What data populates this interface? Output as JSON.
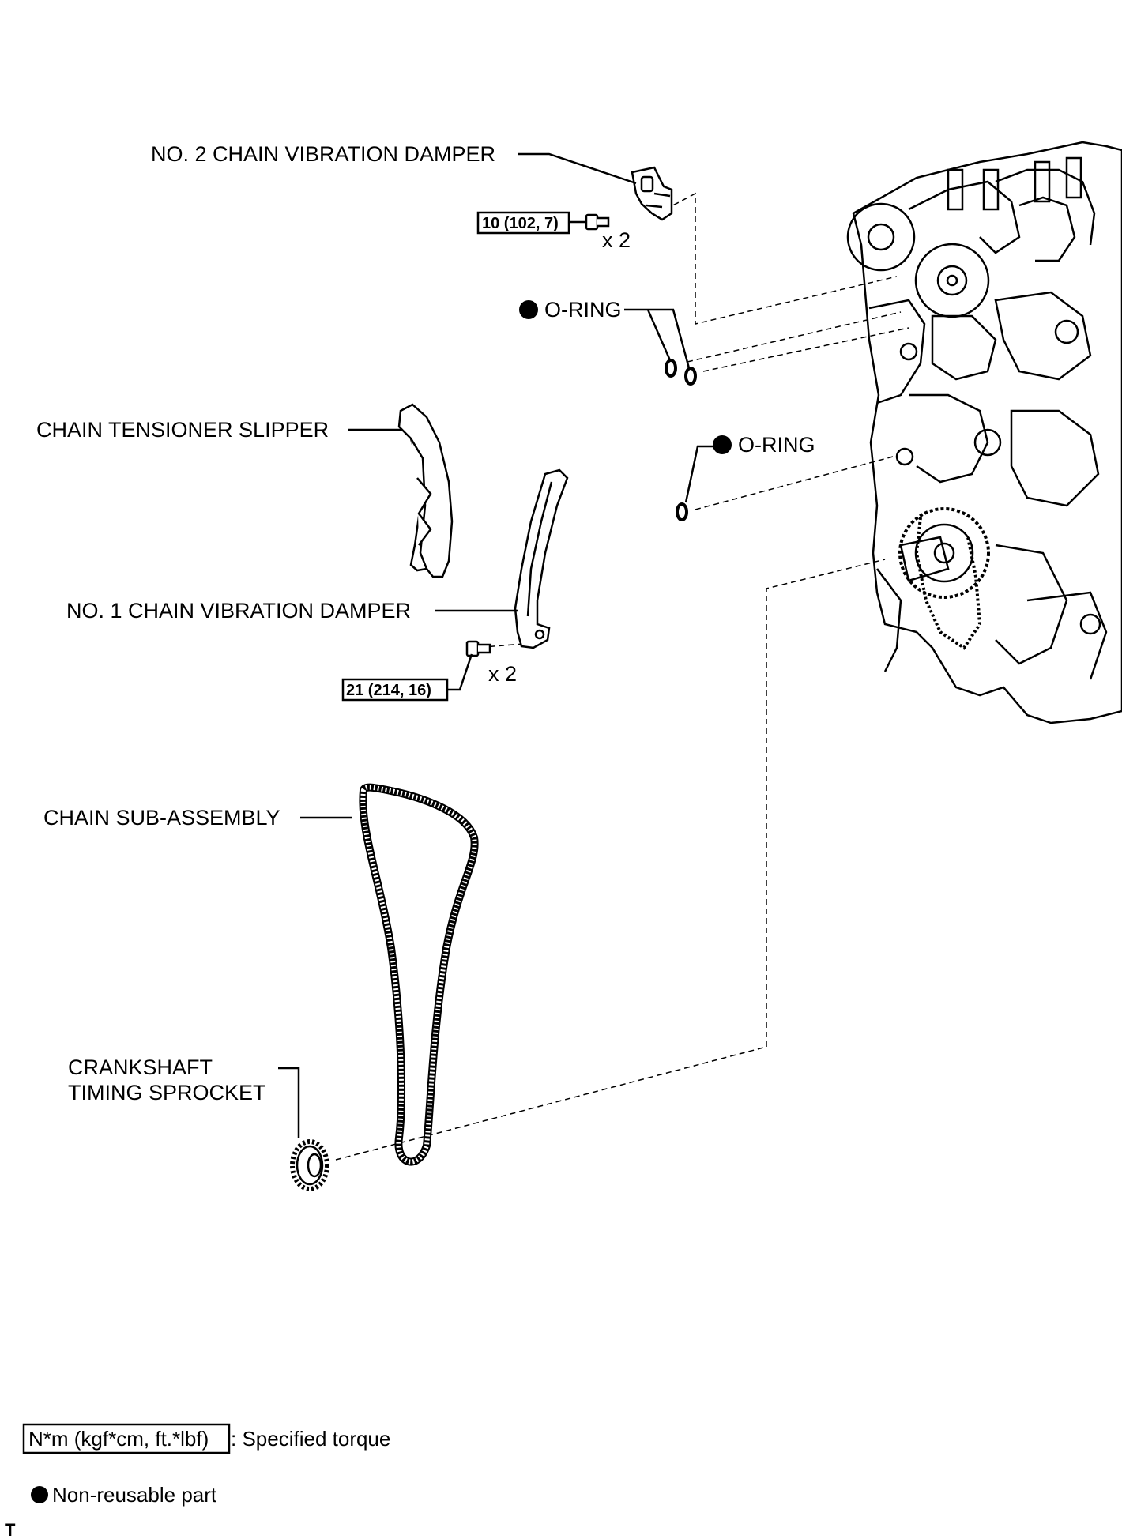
{
  "labels": {
    "no2_damper": "NO. 2 CHAIN VIBRATION DAMPER",
    "oring_top": "O-RING",
    "oring_mid": "O-RING",
    "tensioner_slipper": "CHAIN TENSIONER SLIPPER",
    "no1_damper": "NO. 1 CHAIN VIBRATION DAMPER",
    "chain_sub_assembly": "CHAIN SUB-ASSEMBLY",
    "crank_sprocket_line1": "CRANKSHAFT",
    "crank_sprocket_line2": "TIMING SPROCKET"
  },
  "torques": {
    "no2_damper_bolt": "10 (102, 7)",
    "no1_damper_bolt": "21 (214, 16)"
  },
  "quantities": {
    "no2_damper_bolt": "x 2",
    "no1_damper_bolt": "x 2"
  },
  "legend": {
    "torque_box": "N*m (kgf*cm, ft.*lbf)",
    "torque_desc": ": Specified torque",
    "non_reusable": "Non-reusable part"
  },
  "corner_mark": "T"
}
